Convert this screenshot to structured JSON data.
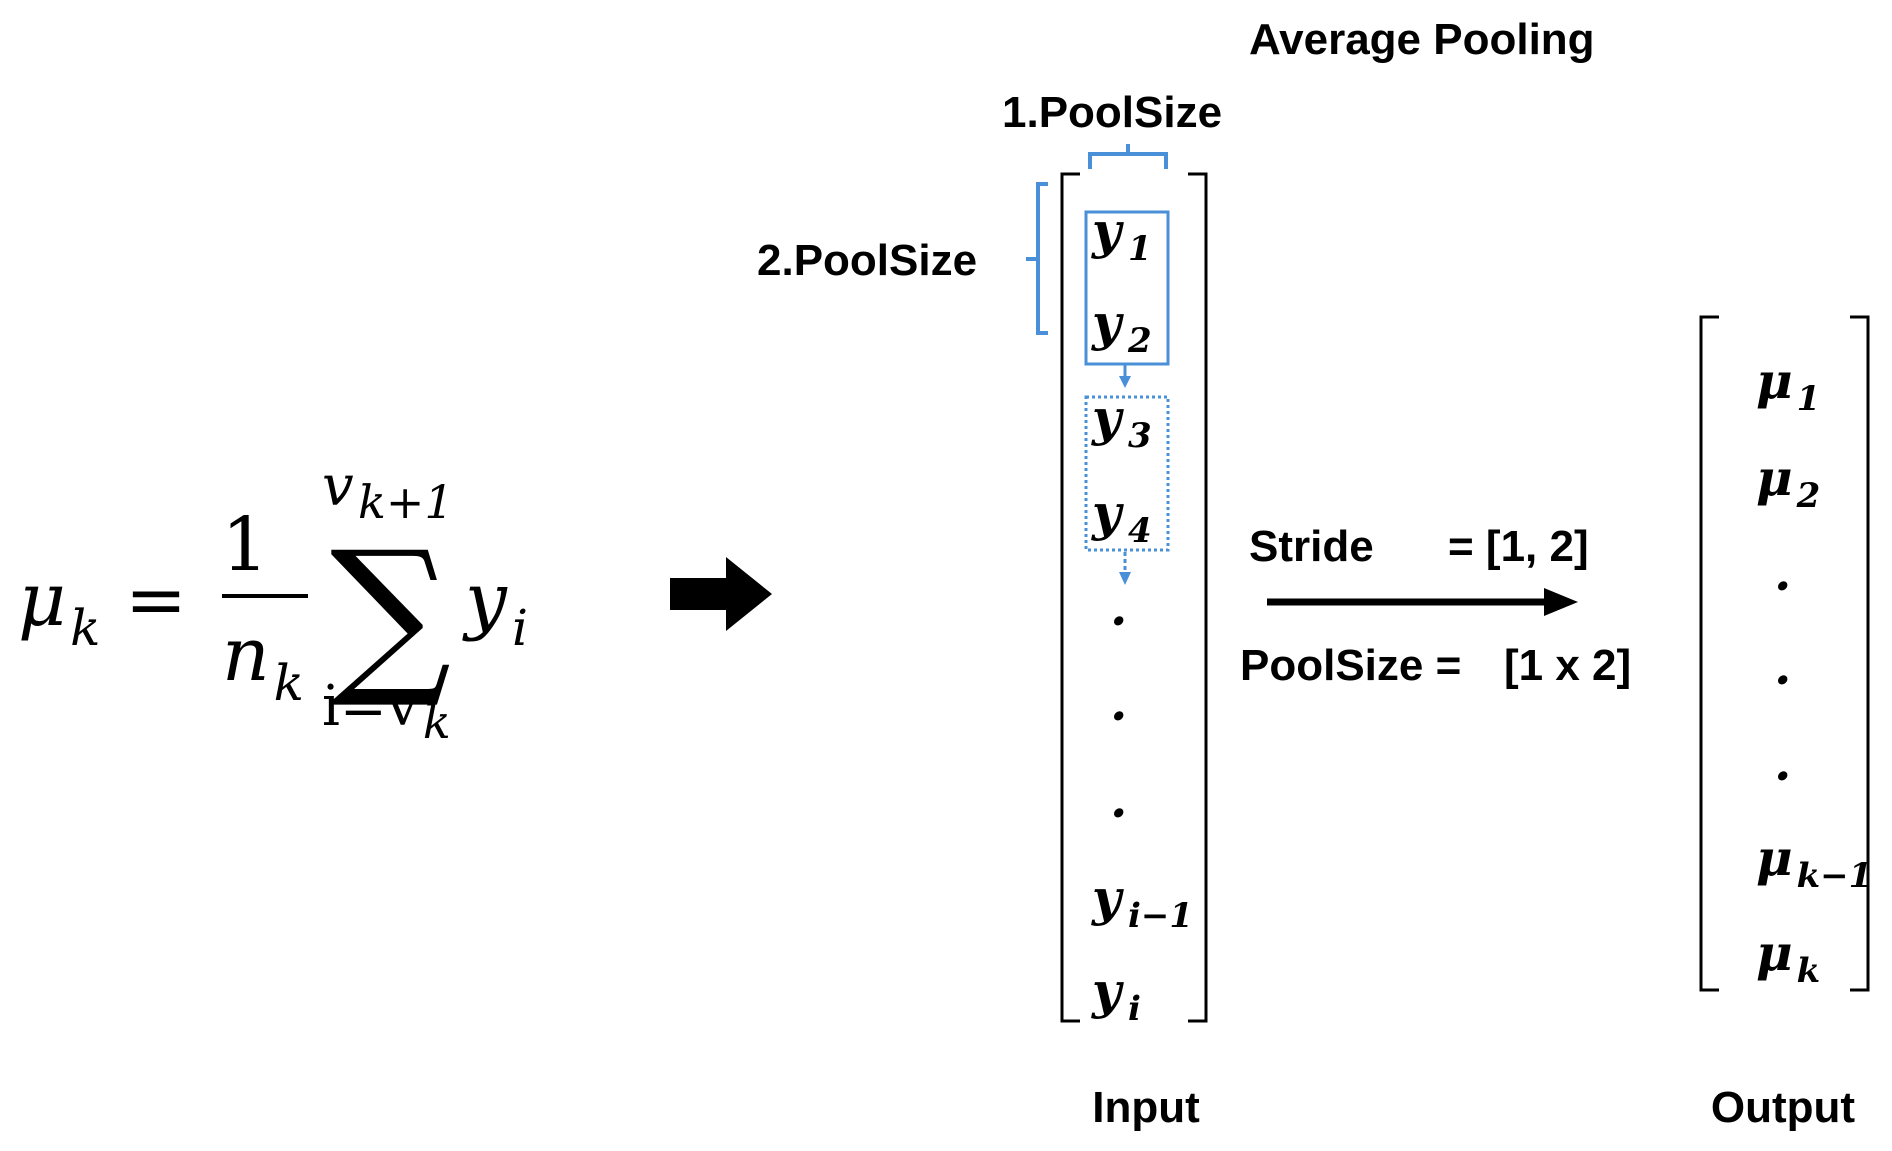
{
  "title": "Average Pooling",
  "labels": {
    "pool_size_1": "1.PoolSize",
    "pool_size_2": "2.PoolSize",
    "stride": "Stride",
    "stride_value": "= [1, 2]",
    "pool_size": "PoolSize =",
    "pool_size_value": "[1 x 2]",
    "input": "Input",
    "output": "Output"
  },
  "formula": {
    "lhs": "μ",
    "lhs_sub": "k",
    "equals": "=",
    "numerator": "1",
    "denominator": "n",
    "denominator_sub": "k",
    "sigma": "∑",
    "upper": "v",
    "upper_sub": "k+1",
    "lower": "i=v",
    "lower_sub": "k",
    "term": "y",
    "term_sub": "i"
  },
  "input_vector": [
    {
      "sym": "y",
      "sub": "1"
    },
    {
      "sym": "y",
      "sub": "2"
    },
    {
      "sym": "y",
      "sub": "3"
    },
    {
      "sym": "y",
      "sub": "4"
    },
    {
      "sym": ".",
      "sub": ""
    },
    {
      "sym": ".",
      "sub": ""
    },
    {
      "sym": ".",
      "sub": ""
    },
    {
      "sym": "y",
      "sub": "i−1"
    },
    {
      "sym": "y",
      "sub": "i"
    }
  ],
  "output_vector": [
    {
      "sym": "μ",
      "sub": "1"
    },
    {
      "sym": "μ",
      "sub": "2"
    },
    {
      "sym": ".",
      "sub": ""
    },
    {
      "sym": ".",
      "sub": ""
    },
    {
      "sym": ".",
      "sub": ""
    },
    {
      "sym": "μ",
      "sub": "k−1"
    },
    {
      "sym": "μ",
      "sub": "k"
    }
  ],
  "colors": {
    "accent": "#4a90d9",
    "ink": "#000000"
  }
}
